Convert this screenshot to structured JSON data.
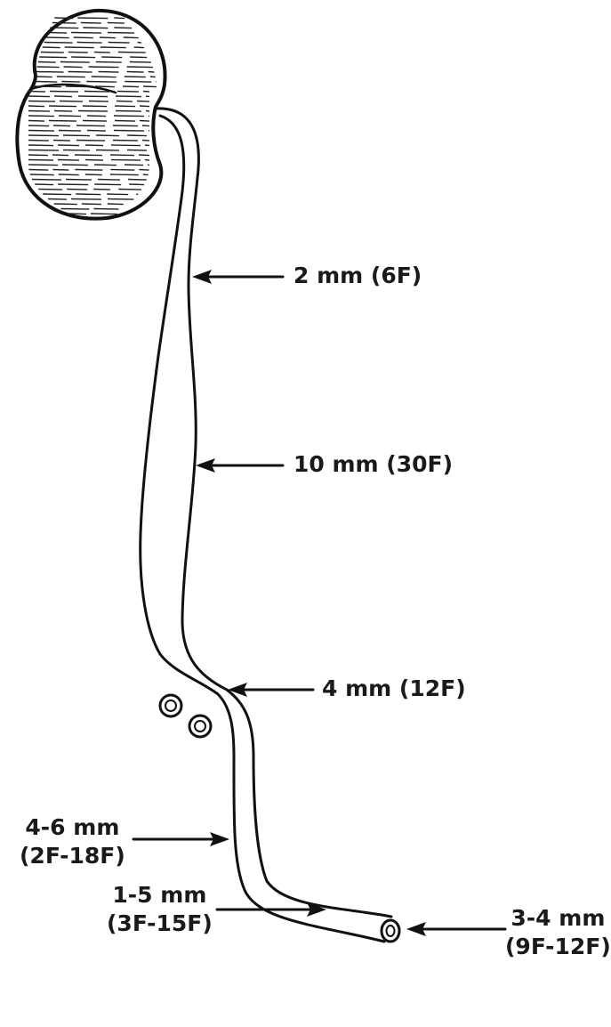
{
  "labels": {
    "upj": "2 mm (6F)",
    "mid_ureter": "10 mm (30F)",
    "iliac_crossing": "4 mm (12F)",
    "pelvic_ureter": {
      "line1": "4-6 mm",
      "line2": "(2F-18F)"
    },
    "intramural": {
      "line1": "1-5 mm",
      "line2": "(3F-15F)"
    },
    "orifice": {
      "line1": "3-4 mm",
      "line2": "(9F-12F)"
    }
  }
}
